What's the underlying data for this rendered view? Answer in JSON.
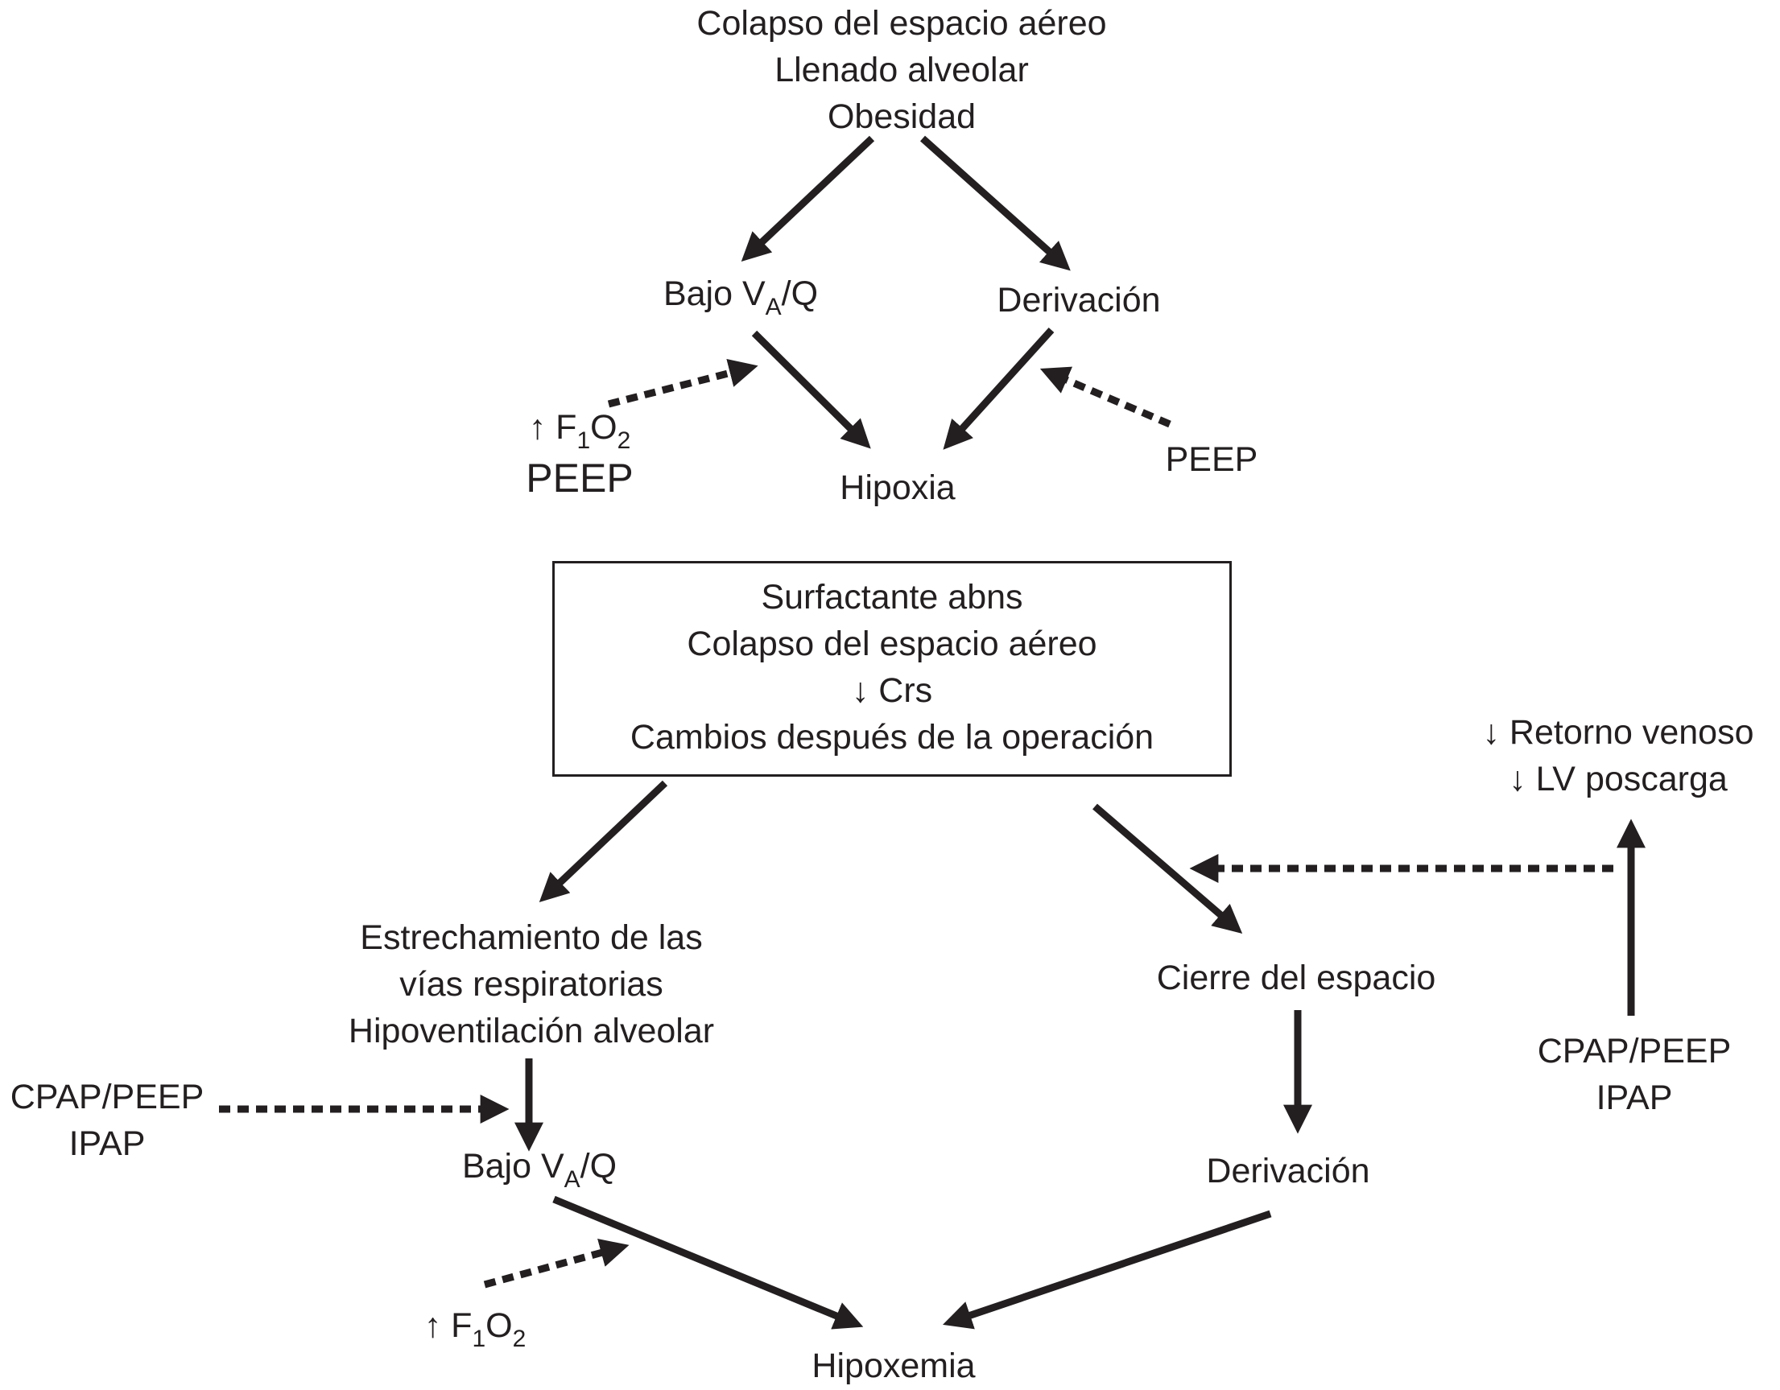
{
  "top": {
    "causes": [
      "Colapso del espacio aéreo",
      "Llenado alveolar",
      "Obesidad"
    ],
    "low_vq": {
      "prefix": "Bajo V",
      "sub": "A",
      "suffix": "/Q"
    },
    "shunt": "Derivación",
    "hypoxia": "Hipoxia",
    "left_tx": {
      "arrow": "↑ F",
      "sub1": "1",
      "mid": "O",
      "sub2": "2",
      "line2": "PEEP"
    },
    "right_tx": "PEEP"
  },
  "box": {
    "lines": [
      "Surfactante abns",
      "Colapso del espacio aéreo",
      "↓ Crs",
      "Cambios después de la operación"
    ]
  },
  "bottom": {
    "airway": [
      "Estrechamiento de las",
      "vías respiratorias",
      "Hipoventilación alveolar"
    ],
    "closure": "Cierre del espacio",
    "low_vq": {
      "prefix": "Bajo V",
      "sub": "A",
      "suffix": "/Q"
    },
    "shunt": "Derivación",
    "hypoxemia": "Hipoxemia",
    "left_tx": [
      "CPAP/PEEP",
      "IPAP"
    ],
    "fio2": {
      "arrow": "↑ F",
      "sub1": "1",
      "mid": "O",
      "sub2": "2"
    },
    "right_tx": [
      "CPAP/PEEP",
      "IPAP"
    ],
    "effects": [
      "↓ Retorno venoso",
      "↓ LV poscarga"
    ]
  },
  "colors": {
    "ink": "#231f20"
  }
}
